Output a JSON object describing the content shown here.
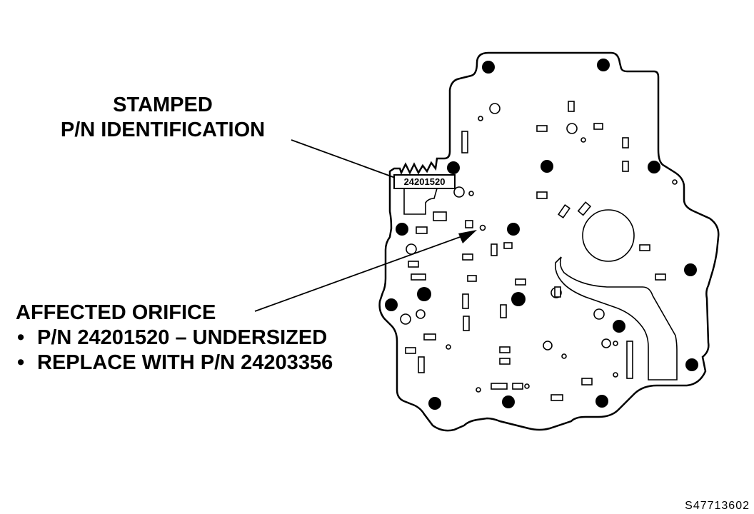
{
  "callouts": {
    "stamped": {
      "line1": "STAMPED",
      "line2": "P/N IDENTIFICATION"
    },
    "affected": {
      "title": "AFFECTED ORIFICE",
      "bullets": [
        "P/N 24201520 – UNDERSIZED",
        "REPLACE WITH P/N 24203356"
      ]
    }
  },
  "part_stamp": "24201520",
  "figure_code": "S47713602",
  "colors": {
    "line": "#000000",
    "background": "#ffffff"
  }
}
